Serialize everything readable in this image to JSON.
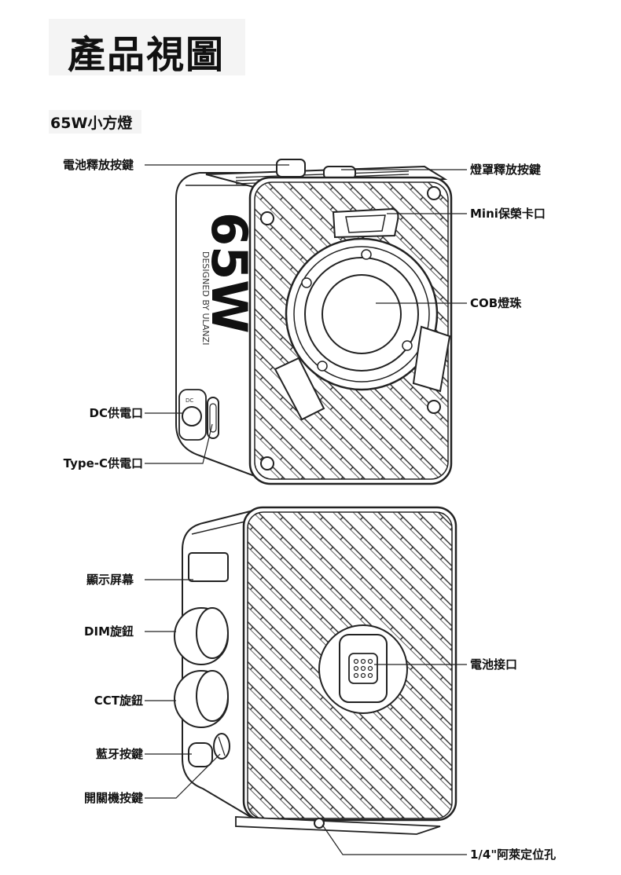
{
  "title": "產品視圖",
  "subtitle": "65W小方燈",
  "front_view": {
    "brand_big": "65W",
    "brand_small": "DESIGNED BY ULANZI",
    "dc_port_marking": "DC",
    "callouts": {
      "battery_release": "電池釋放按鍵",
      "lampshade_release": "燈罩釋放按鍵",
      "mini_bayonet": "Mini保榮卡口",
      "cob_bead": "COB燈珠",
      "dc_port": "DC供電口",
      "typec_port": "Type-C供電口"
    }
  },
  "back_view": {
    "callouts": {
      "display": "顯示屏幕",
      "dim_knob": "DIM旋鈕",
      "cct_knob": "CCT旋鈕",
      "bluetooth": "藍牙按鍵",
      "power": "開關機按鍵",
      "battery_port": "電池接口",
      "mount_hole": "1/4\"阿萊定位孔"
    }
  }
}
